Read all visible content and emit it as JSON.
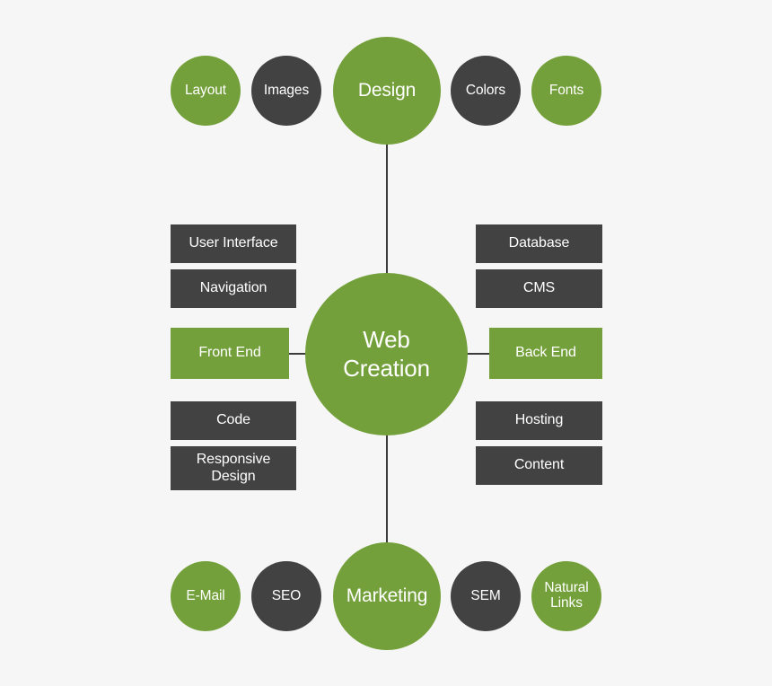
{
  "diagram": {
    "title": "Web Creation",
    "colors": {
      "background": "#f6f6f6",
      "green": "#73a03a",
      "dark": "#424242",
      "text": "#ffffff",
      "connector": "#3b3b3b"
    },
    "hub": {
      "label_line1": "Web",
      "label_line2": "Creation"
    },
    "top_branch": {
      "label": "Design",
      "satellites": [
        {
          "label": "Layout",
          "color": "green"
        },
        {
          "label": "Images",
          "color": "dark"
        },
        {
          "label": "Colors",
          "color": "dark"
        },
        {
          "label": "Fonts",
          "color": "green"
        }
      ]
    },
    "bottom_branch": {
      "label": "Marketing",
      "satellites": [
        {
          "label": "E-Mail",
          "color": "green"
        },
        {
          "label": "SEO",
          "color": "dark"
        },
        {
          "label": "SEM",
          "color": "dark"
        },
        {
          "label": "Natural Links",
          "color": "green",
          "line1": "Natural",
          "line2": "Links"
        }
      ]
    },
    "left_branch": {
      "label": "Front End",
      "color": "green",
      "items": [
        {
          "label": "User Interface",
          "color": "dark"
        },
        {
          "label": "Navigation",
          "color": "dark"
        },
        {
          "label": "Code",
          "color": "dark"
        },
        {
          "label": "Responsive Design",
          "color": "dark",
          "line1": "Responsive",
          "line2": "Design"
        }
      ]
    },
    "right_branch": {
      "label": "Back End",
      "color": "green",
      "items": [
        {
          "label": "Database",
          "color": "dark"
        },
        {
          "label": "CMS",
          "color": "dark"
        },
        {
          "label": "Hosting",
          "color": "dark"
        },
        {
          "label": "Content",
          "color": "dark"
        }
      ]
    }
  }
}
